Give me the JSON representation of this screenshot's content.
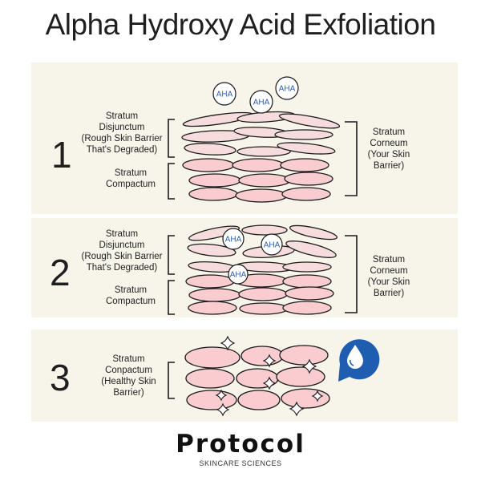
{
  "title": "Alpha Hydroxy Acid Exfoliation",
  "colors": {
    "panel": "#f7f4ea",
    "cell_fill": "#f9cdd0",
    "cell_fill_light": "#f6dcdc",
    "outline": "#1a1a1a",
    "aha_text": "#2c5da8",
    "drop_badge": "#1f5db1"
  },
  "steps": [
    {
      "number": "1",
      "left_top": "Stratum\nDisjunctum\n(Rough Skin Barrier\nThat's Degraded)",
      "left_bottom": "Stratum\nCompactum",
      "right": "Stratum\nCorneum\n(Your Skin\nBarrier)",
      "molecules": [
        "AHA",
        "AHA",
        "AHA"
      ]
    },
    {
      "number": "2",
      "left_top": "Stratum\nDisjunctum\n(Rough Skin Barrier\nThat's Degraded)",
      "left_bottom": "Stratum\nCompactum",
      "right": "Stratum\nCorneum\n(Your Skin\nBarrier)",
      "molecules": [
        "AHA",
        "AHA",
        "AHA"
      ]
    },
    {
      "number": "3",
      "left": "Stratum\nConpactum\n(Healthy Skin\nBarrier)",
      "badge_icon": "water-drop-icon",
      "sparkle_icon": "sparkle-icon"
    }
  ],
  "brand": {
    "name": "Protocol",
    "tagline": "SKINCARE SCIENCES"
  }
}
